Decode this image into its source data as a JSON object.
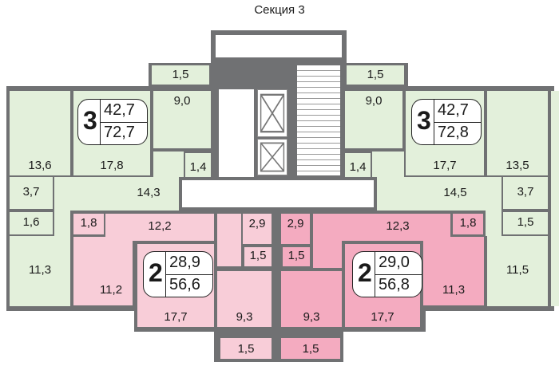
{
  "title": "Секция 3",
  "apartments": [
    {
      "rooms": "3",
      "living": "42,7",
      "total": "72,7",
      "color": "#e3f0db"
    },
    {
      "rooms": "3",
      "living": "42,7",
      "total": "72,8",
      "color": "#e3f0db"
    },
    {
      "rooms": "2",
      "living": "28,9",
      "total": "56,6",
      "color": "#f8cdd8"
    },
    {
      "rooms": "2",
      "living": "29,0",
      "total": "56,8",
      "color": "#f4abc0"
    }
  ],
  "rooms": {
    "l_balcony": "1,5",
    "l_kitchen": "9,0",
    "l_room1": "13,6",
    "l_room2": "17,8",
    "l_closet": "1,4",
    "l_hall": "14,3",
    "l_bath": "3,7",
    "l_wc": "1,6",
    "l_room3": "11,3",
    "r_balcony": "1,5",
    "r_kitchen": "9,0",
    "r_room1": "13,5",
    "r_room2": "17,7",
    "r_closet": "1,4",
    "r_hall": "14,5",
    "r_bath": "3,7",
    "r_wc": "1,5",
    "r_room3": "11,5",
    "lp_closet": "1,8",
    "lp_hall": "12,2",
    "lp_room1": "11,2",
    "lp_room2": "17,7",
    "lp_bath": "2,9",
    "lp_wc": "1,5",
    "lp_kitchen": "9,3",
    "lp_balcony": "1,5",
    "rp_closet": "1,8",
    "rp_hall": "12,3",
    "rp_room1": "11,3",
    "rp_room2": "17,7",
    "rp_bath": "2,9",
    "rp_wc": "1,5",
    "rp_kitchen": "9,3",
    "rp_balcony": "1,5"
  }
}
